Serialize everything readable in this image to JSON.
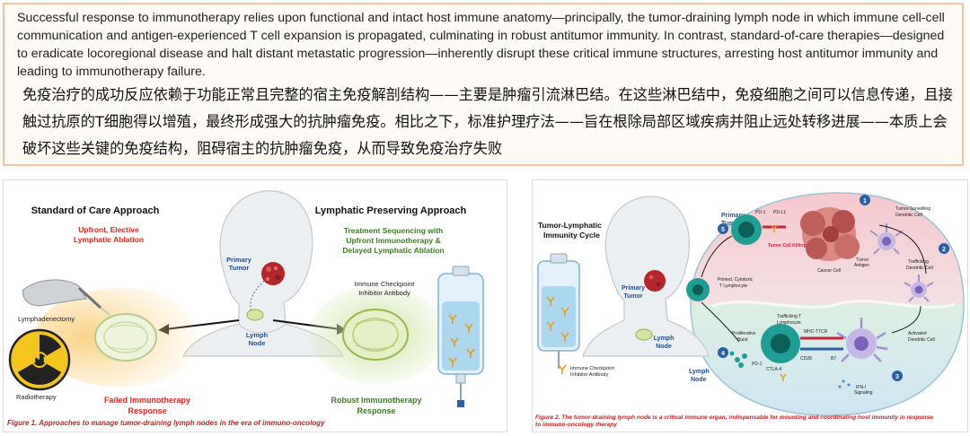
{
  "intro": {
    "english": "Successful response to immunotherapy relies upon functional and intact host immune anatomy—principally, the tumor-draining lymph node in which immune cell-cell communication and antigen-experienced T cell expansion is propagated, culminating in robust antitumor immunity. In contrast, standard-of-care therapies—designed to eradicate locoregional disease and halt distant metastatic progression—inherently disrupt these critical immune structures, arresting host antitumor immunity and leading to immunotherapy failure.",
    "chinese": "免疫治疗的成功反应依赖于功能正常且完整的宿主免疫解剖结构——主要是肿瘤引流淋巴结。在这些淋巴结中，免疫细胞之间可以信息传递，且接触过抗原的T细胞得以增殖，最终形成强大的抗肿瘤免疫。相比之下，标准护理疗法——旨在根除局部区域疾病并阻止远处转移进展——本质上会破坏这些关键的免疫结构，阻碍宿主的抗肿瘤免疫，从而导致免疫治疗失败"
  },
  "figure1": {
    "left_heading": "Standard of Care Approach",
    "left_subheading_1": "Upfront, Elective",
    "left_subheading_2": "Lymphatic Ablation",
    "right_heading": "Lymphatic Preserving Approach",
    "right_subheading_1": "Treatment Sequencing with",
    "right_subheading_2": "Upfront Immunotherapy &",
    "right_subheading_3": "Delayed Lymphatic Ablation",
    "primary_tumor_1": "Primary",
    "primary_tumor_2": "Tumor",
    "lymph_node_1": "Lymph",
    "lymph_node_2": "Node",
    "lymphadenectomy": "Lymphadenectomy",
    "radiotherapy": "Radiotherapy",
    "inhibitor_1": "Immune Checkpoint",
    "inhibitor_2": "Inhibitor Antibody",
    "failed_1": "Failed Immunotherapy",
    "failed_2": "Response",
    "robust_1": "Robust Immunotherapy",
    "robust_2": "Response",
    "caption": "Figure 1.  Approaches to manage tumor-draining lymph nodes in the era of immuno-oncology"
  },
  "figure2": {
    "cycle_title_1": "Tumor-Lymphatic",
    "cycle_title_2": "Immunity Cycle",
    "primary_tumor_1": "Primary",
    "primary_tumor_2": "Tumor",
    "lymph_node_1": "Lymph",
    "lymph_node_2": "Node",
    "inhibitor_1": "Immune Checkpoint",
    "inhibitor_2": "Inhibitor Antibody",
    "steps": [
      "1",
      "2",
      "3",
      "4",
      "5"
    ],
    "pd1": "PD-1",
    "pdl1": "PD-L1",
    "tumor_cell_killing": "Tumor Cell Killing",
    "cancer_cell": "Cancer Cell",
    "tumor_antigen_1": "Tumor",
    "tumor_antigen_2": "Antigen",
    "tumor_surveilling_1": "Tumor-Surveilling",
    "tumor_surveilling_2": "Dendritic Cell",
    "trafficking_dc_1": "Trafficking",
    "trafficking_dc_2": "Dendritic Cell",
    "activated_dc_1": "Activated",
    "activated_dc_2": "Dendritic Cell",
    "primed_t_1": "Primed, Cytotoxic",
    "primed_t_2": "T Lymphocyte",
    "trafficking_t_1": "Trafficking T",
    "trafficking_t_2": "Lymphocyte",
    "proliferative_1": "Proliferative",
    "proliferative_2": "Burst",
    "mhc_tcr": "MHC-TTCR",
    "cd28": "CD28",
    "b7": "B7",
    "ctla4": "CTLA-4",
    "pd1_lower": "PD-1",
    "ifn_1": "IFN-I",
    "ifn_2": "Signaling",
    "caption_1": "Figure 2.  The tumor-draining lymph node is a critical immune organ, indispensable for mounting and coordinating host immunity in response",
    "caption_2": "to immuno-oncology therapy"
  }
}
